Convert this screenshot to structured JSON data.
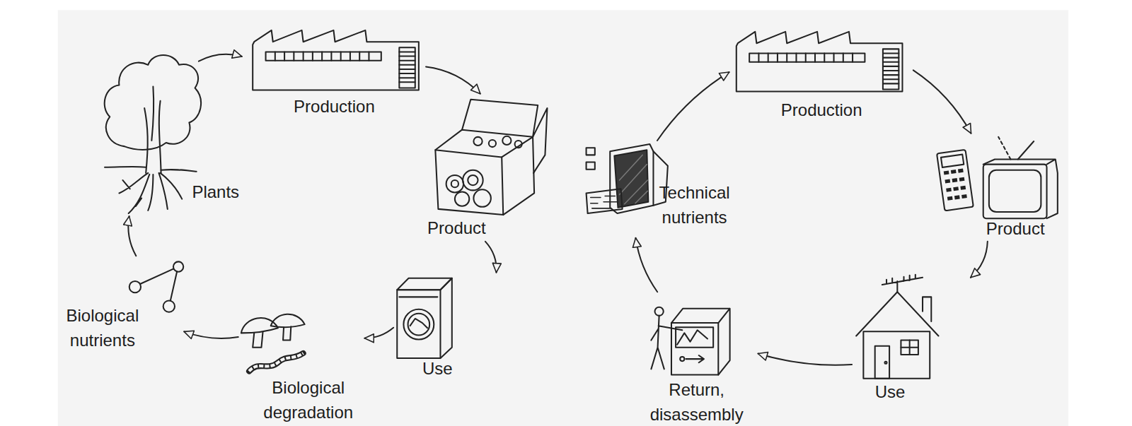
{
  "diagram": {
    "nodes": [
      {
        "text": [
          "Plants"
        ]
      },
      {
        "text": [
          "Production"
        ]
      },
      {
        "text": [
          "Product"
        ]
      },
      {
        "text": [
          "Use"
        ]
      },
      {
        "text": [
          "Biological degradation"
        ]
      },
      {
        "text": [
          "Biological nutrients"
        ]
      },
      {
        "text": [
          "Technical nutrients"
        ]
      },
      {
        "text": [
          "Production"
        ]
      },
      {
        "text": [
          "Product"
        ]
      },
      {
        "text": [
          "Use"
        ]
      },
      {
        "text": [
          "Return, disassembly"
        ]
      }
    ],
    "edges": [
      {
        "from": 0,
        "to": 1,
        "arrow": "to"
      },
      {
        "from": 1,
        "to": 2,
        "arrow": "to"
      },
      {
        "from": 2,
        "to": 3,
        "arrow": "to"
      },
      {
        "from": 3,
        "to": 4,
        "arrow": "to"
      },
      {
        "from": 4,
        "to": 5,
        "arrow": "to"
      },
      {
        "from": 5,
        "to": 0,
        "arrow": "to"
      },
      {
        "from": 6,
        "to": 7,
        "arrow": "to"
      },
      {
        "from": 7,
        "to": 8,
        "arrow": "to"
      },
      {
        "from": 8,
        "to": 9,
        "arrow": "to"
      },
      {
        "from": 9,
        "to": 10,
        "arrow": "to"
      },
      {
        "from": 10,
        "to": 6,
        "arrow": "to"
      }
    ]
  }
}
